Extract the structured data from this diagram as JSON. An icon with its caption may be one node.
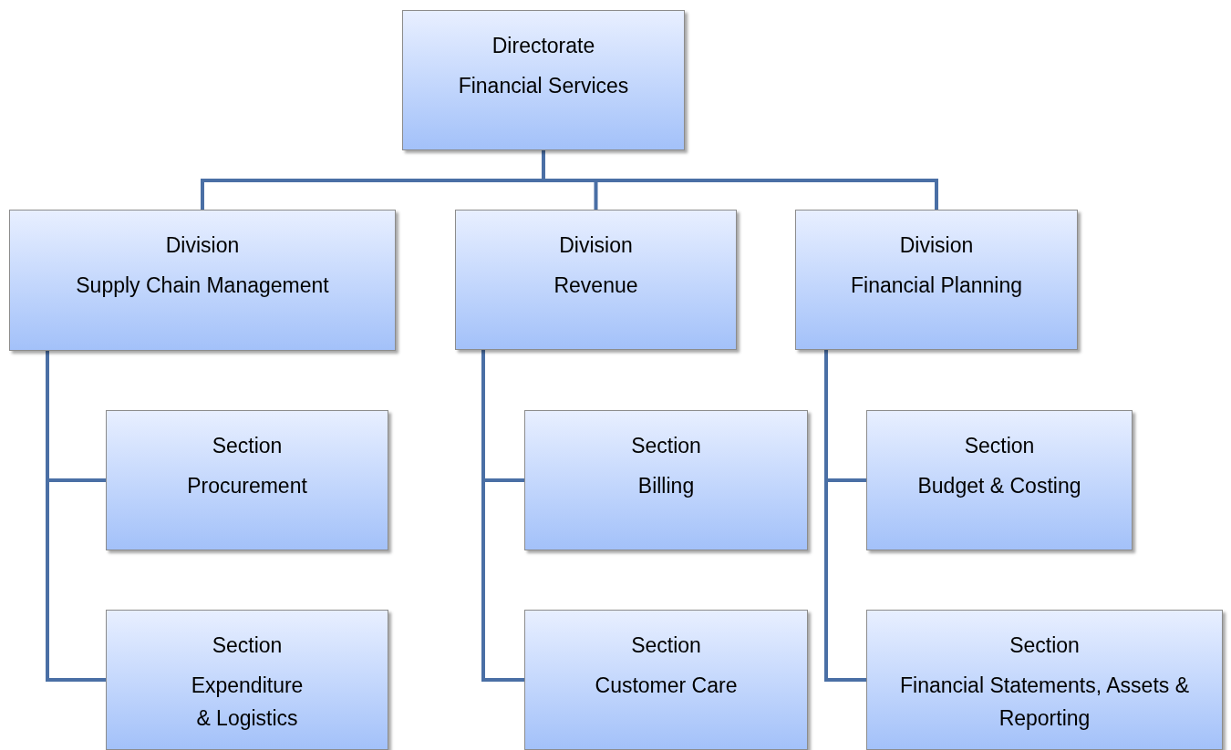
{
  "diagram": {
    "nodes": [
      {
        "text": [
          "Directorate",
          "Financial Services"
        ]
      },
      {
        "text": [
          "Division",
          "Supply Chain Management"
        ]
      },
      {
        "text": [
          "Division",
          "Revenue"
        ]
      },
      {
        "text": [
          "Division",
          "Financial Planning"
        ]
      },
      {
        "text": [
          "Section",
          "Procurement"
        ]
      },
      {
        "text": [
          "Section",
          "Expenditure & Logistics"
        ]
      },
      {
        "text": [
          "Section",
          "Billing"
        ]
      },
      {
        "text": [
          "Section",
          "Customer Care"
        ]
      },
      {
        "text": [
          "Section",
          "Budget & Costing"
        ]
      },
      {
        "text": [
          "Section",
          "Financial Statements, Assets & Reporting"
        ]
      }
    ],
    "edges": [
      {
        "from": 0,
        "to": 1,
        "arrow": "none"
      },
      {
        "from": 0,
        "to": 2,
        "arrow": "none"
      },
      {
        "from": 0,
        "to": 3,
        "arrow": "none"
      },
      {
        "from": 1,
        "to": 4,
        "arrow": "none"
      },
      {
        "from": 1,
        "to": 5,
        "arrow": "none"
      },
      {
        "from": 2,
        "to": 6,
        "arrow": "none"
      },
      {
        "from": 2,
        "to": 7,
        "arrow": "none"
      },
      {
        "from": 3,
        "to": 8,
        "arrow": "none"
      },
      {
        "from": 3,
        "to": 9,
        "arrow": "none"
      }
    ]
  }
}
